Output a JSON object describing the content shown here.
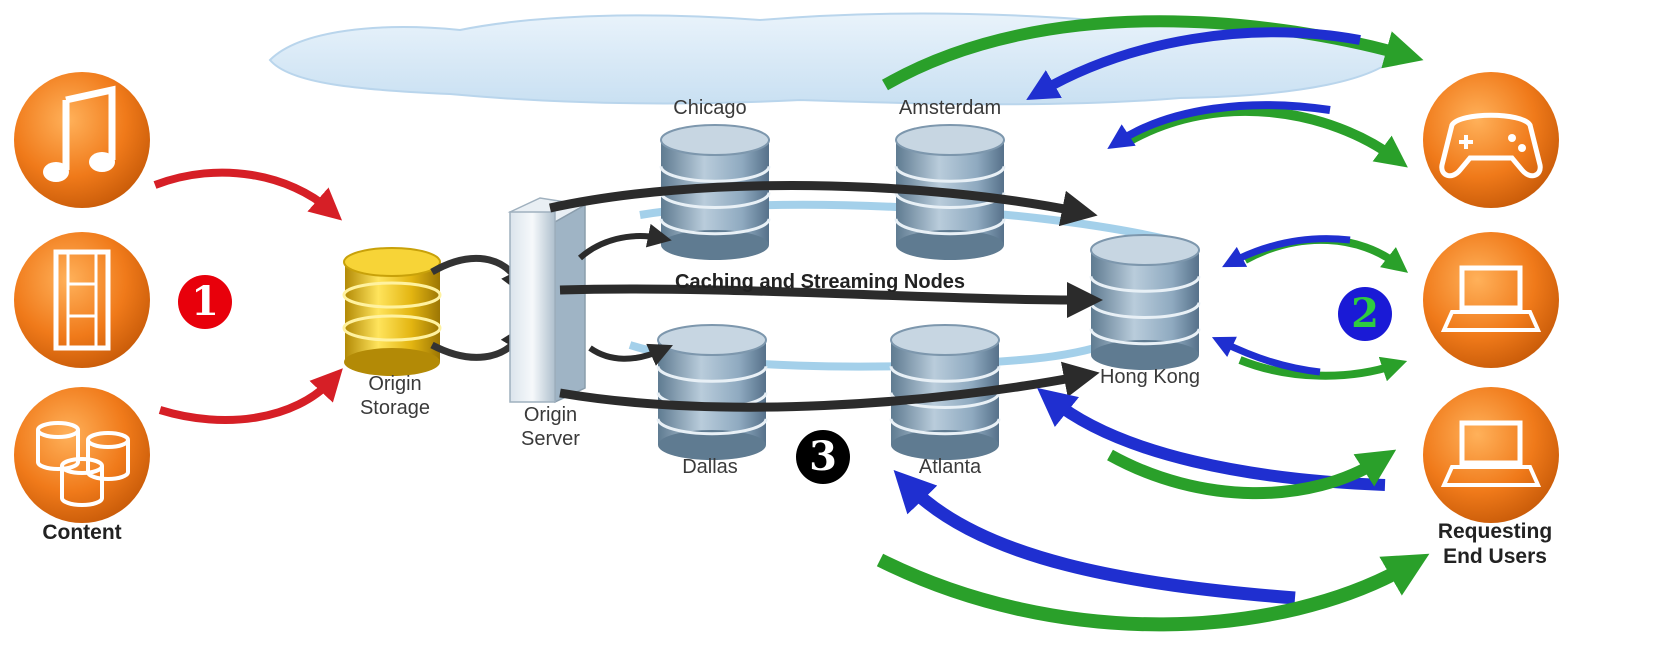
{
  "diagram": {
    "content_label": "Content",
    "origin_storage_label": "Origin\nStorage",
    "origin_server_label": "Origin\nServer",
    "network_label": "Caching and Streaming Nodes",
    "end_users_label": "Requesting\nEnd Users",
    "nodes": [
      "Chicago",
      "Amsterdam",
      "Hong Kong",
      "Dallas",
      "Atlanta"
    ],
    "content_icons": [
      "music-note-icon",
      "film-strip-icon",
      "database-icon"
    ],
    "user_icons": [
      "gamepad-icon",
      "laptop-icon",
      "laptop-icon"
    ],
    "markers": [
      {
        "text": "1",
        "color": "#e8000b",
        "text_color": "#ffffff"
      },
      {
        "text": "2",
        "color": "#1a1ad6",
        "text_color": "#2ecc40"
      },
      {
        "text": "3",
        "color": "#000000",
        "text_color": "#ffffff"
      }
    ],
    "colors": {
      "icon_orange": "#f07a1a",
      "ingest_arrow": "#d61f26",
      "distribution_arrow": "#333333",
      "request_arrow": "#1f2fd0",
      "response_arrow": "#2aa02a",
      "node_ring": "#5aa9d8",
      "storage_gold": "#e3b511",
      "node_steel": "#8faac0"
    }
  }
}
